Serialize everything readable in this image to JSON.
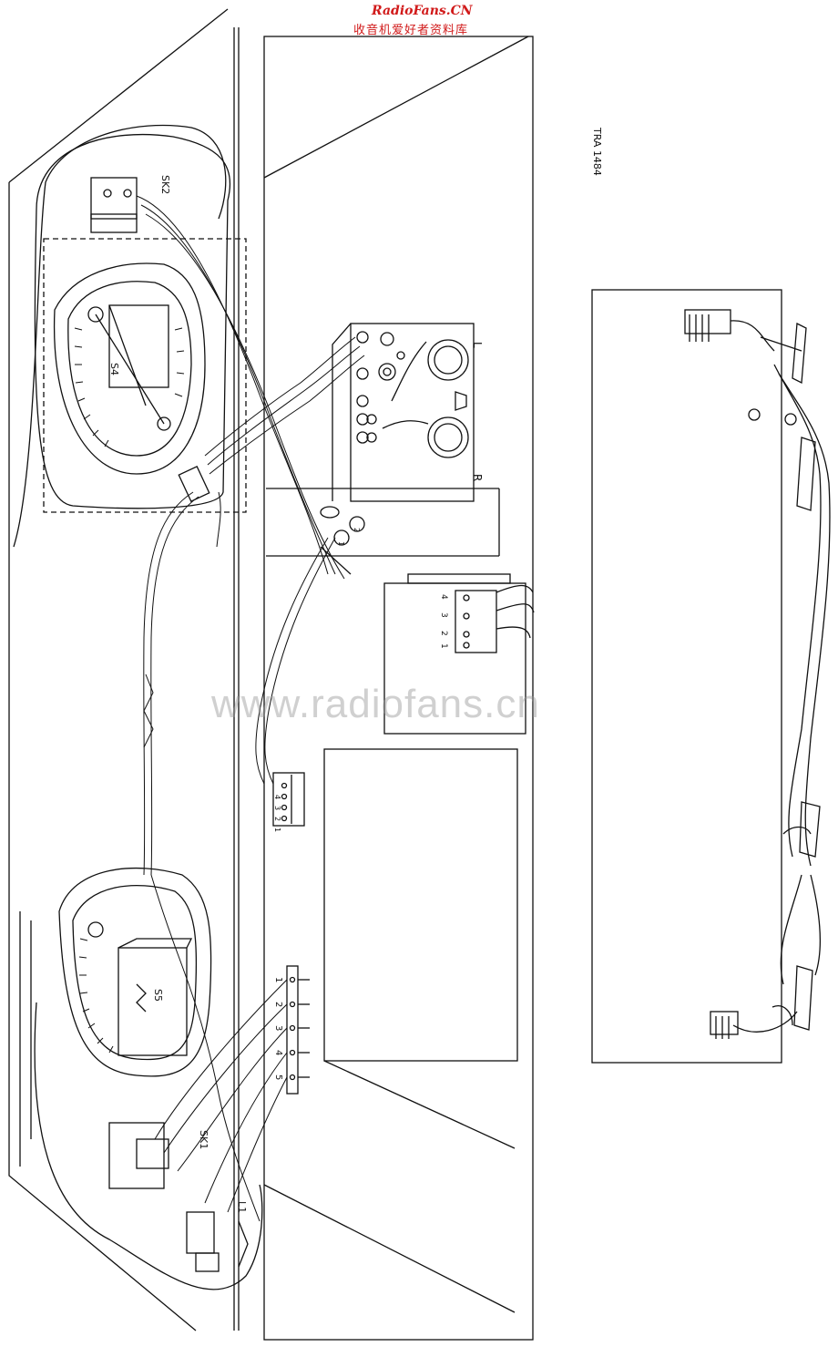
{
  "watermark": {
    "brand": "RadioFans.CN",
    "chinese": "收音机爱好者资料库",
    "center": "www.radiofans.cn"
  },
  "drawing_code": "TRA 1484",
  "labels": {
    "sk2": "SK2",
    "sk1": "SK1",
    "s4": "S4",
    "s5": "S5",
    "l1": "L1",
    "left": "L",
    "right": "R"
  },
  "pins": {
    "upper_strip": [
      "1",
      "2",
      "3",
      "4"
    ],
    "terminal_block": [
      "1",
      "2",
      "3",
      "4",
      "5"
    ],
    "transformer": [
      "4",
      "3",
      "2",
      "1"
    ],
    "circles": [
      "1",
      "2"
    ]
  },
  "colors": {
    "line": "#111111",
    "watermark_red": "#d11a1a"
  }
}
